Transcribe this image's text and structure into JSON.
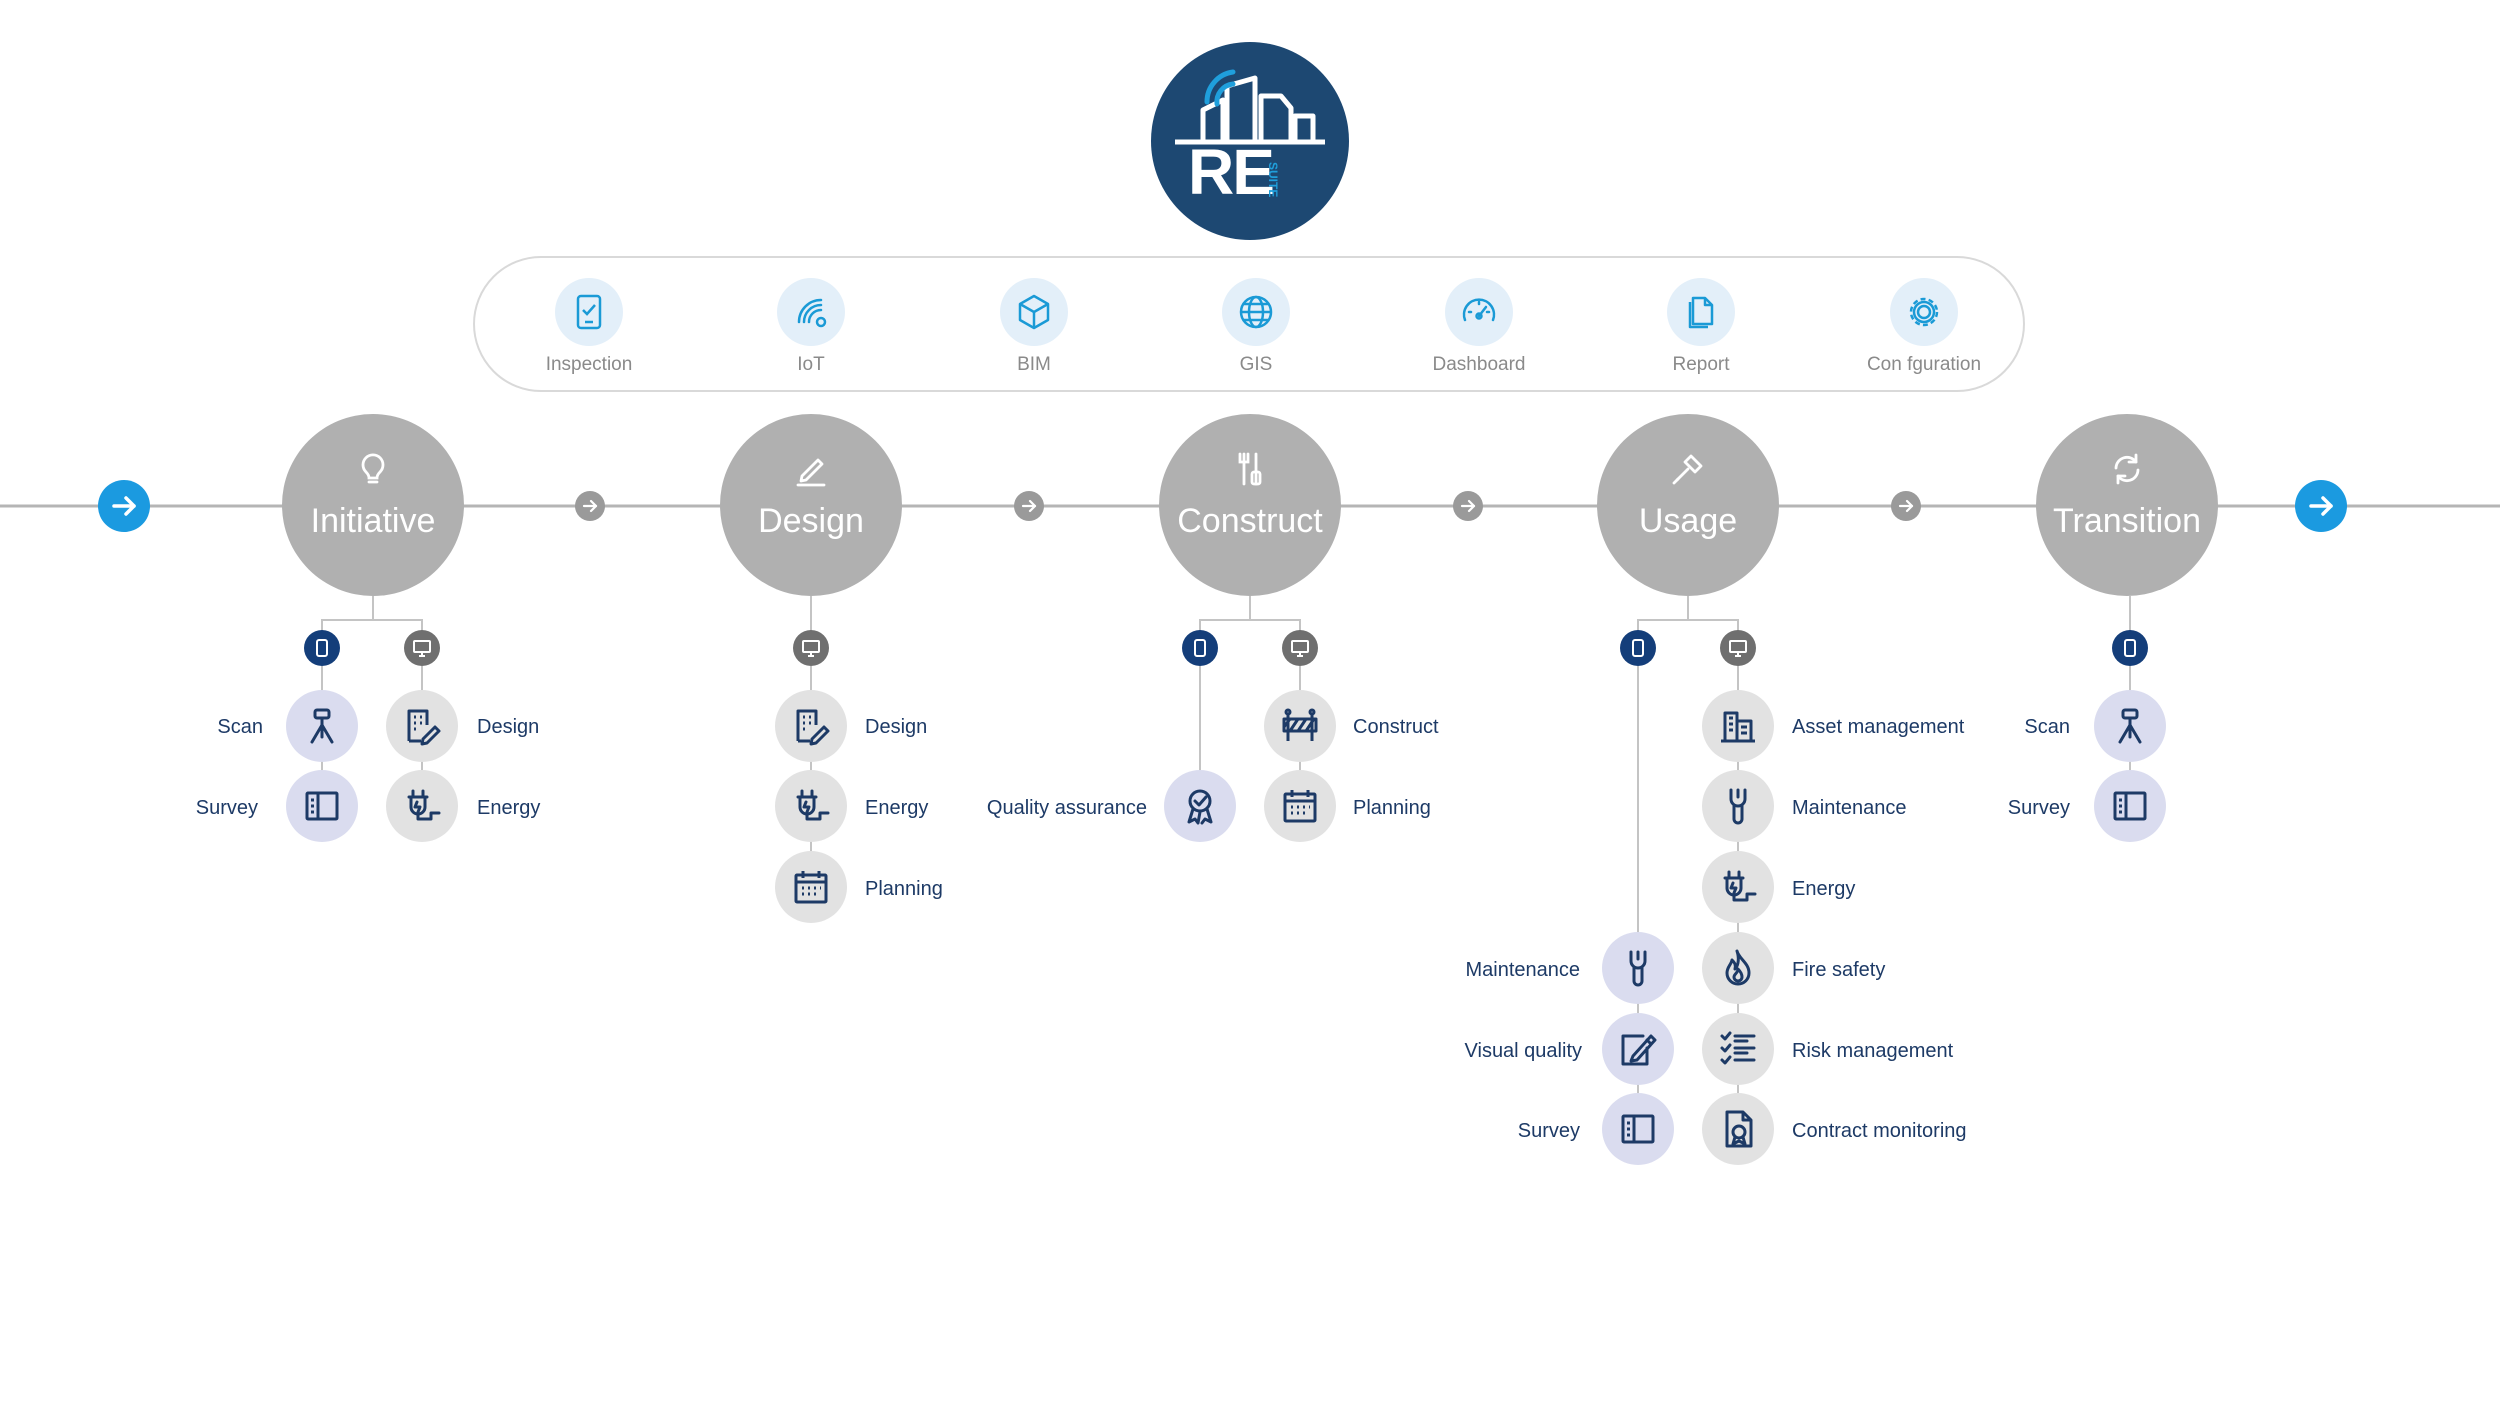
{
  "logo": {
    "main_text": "RE",
    "sub_text": "SUITE",
    "icon": "city-skyline-signal-icon"
  },
  "colors": {
    "navy": "#1d4872",
    "accent": "#1b9ae0",
    "phase": "#b0b0b0",
    "text": "#1d3a66"
  },
  "modules": [
    {
      "label": "Inspection",
      "icon": "tablet-check-icon"
    },
    {
      "label": "IoT",
      "icon": "signal-icon"
    },
    {
      "label": "BIM",
      "icon": "cube-icon"
    },
    {
      "label": "GIS",
      "icon": "globe-icon"
    },
    {
      "label": "Dashboard",
      "icon": "gauge-icon"
    },
    {
      "label": "Report",
      "icon": "document-icon"
    },
    {
      "label": "Con fguration",
      "icon": "gear-icon"
    }
  ],
  "phases": [
    {
      "name": "Initiative",
      "icon": "lightbulb-icon",
      "mobile_items": [
        {
          "label": "Scan",
          "icon": "tripod-icon"
        },
        {
          "label": "Survey",
          "icon": "survey-icon"
        }
      ],
      "desktop_items": [
        {
          "label": "Design",
          "icon": "design-icon"
        },
        {
          "label": "Energy",
          "icon": "plug-icon"
        }
      ]
    },
    {
      "name": "Design",
      "icon": "pencil-icon",
      "mobile_items": [],
      "desktop_items": [
        {
          "label": "Design",
          "icon": "design-icon"
        },
        {
          "label": "Energy",
          "icon": "plug-icon"
        },
        {
          "label": "Planning",
          "icon": "calendar-icon"
        }
      ]
    },
    {
      "name": "Construct",
      "icon": "tools-icon",
      "mobile_items": [
        {
          "label": "Quality assurance",
          "icon": "award-icon"
        }
      ],
      "desktop_items": [
        {
          "label": "Construct",
          "icon": "barrier-icon"
        },
        {
          "label": "Planning",
          "icon": "calendar-icon"
        }
      ]
    },
    {
      "name": "Usage",
      "icon": "brush-icon",
      "mobile_items": [
        {
          "label": "Maintenance",
          "icon": "wrench-icon"
        },
        {
          "label": "Visual quality",
          "icon": "edit-icon"
        },
        {
          "label": "Survey",
          "icon": "survey-icon"
        }
      ],
      "desktop_items": [
        {
          "label": "Asset management",
          "icon": "buildings-icon"
        },
        {
          "label": "Maintenance",
          "icon": "wrench-icon"
        },
        {
          "label": "Energy",
          "icon": "plug-icon"
        },
        {
          "label": "Fire safety",
          "icon": "flame-icon"
        },
        {
          "label": "Risk management",
          "icon": "checklist-icon"
        },
        {
          "label": "Contract monitoring",
          "icon": "contract-icon"
        }
      ]
    },
    {
      "name": "Transition",
      "icon": "refresh-icon",
      "mobile_items": [
        {
          "label": "Scan",
          "icon": "tripod-icon"
        },
        {
          "label": "Survey",
          "icon": "survey-icon"
        }
      ],
      "desktop_items": []
    }
  ]
}
